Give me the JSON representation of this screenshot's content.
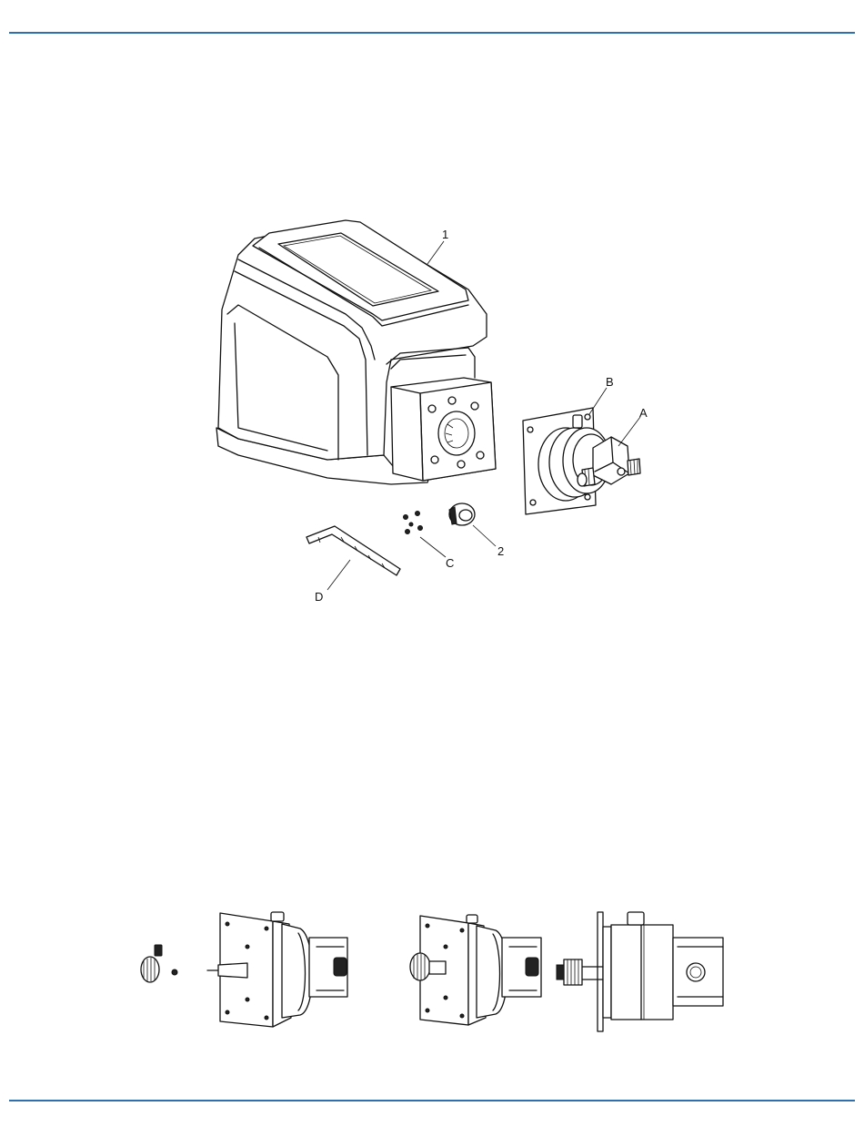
{
  "header": {
    "rule_color": "#2f6fb0"
  },
  "footer": {
    "rule_color": "#2f6fb0"
  },
  "exploded_view": {
    "callouts": {
      "pump_drive": "1",
      "coupling": "2",
      "pump_head": "A",
      "mounting_plate": "B",
      "screws": "C",
      "hex_key": "D"
    }
  },
  "assembly_steps": [
    "step-1",
    "step-2",
    "step-3"
  ]
}
